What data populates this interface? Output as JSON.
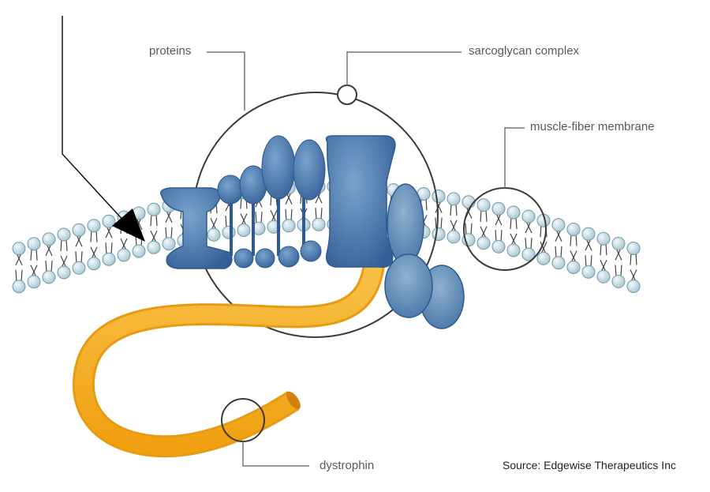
{
  "labels": {
    "proteins": "proteins",
    "sarcoglycan": "sarcoglycan complex",
    "membrane": "muscle-fiber membrane",
    "dystrophin": "dystrophin"
  },
  "source": "Source: Edgewise Therapeutics Inc",
  "colors": {
    "protein_fill": "#5b84b6",
    "protein_dark": "#2f5a93",
    "lipid_head": "#cfe0e8",
    "lipid_head_stroke": "#6f9aa8",
    "tail": "#444444",
    "dystrophin": "#f6ad1f",
    "dystrophin_end": "#e08a12",
    "callout_line": "#555555"
  }
}
